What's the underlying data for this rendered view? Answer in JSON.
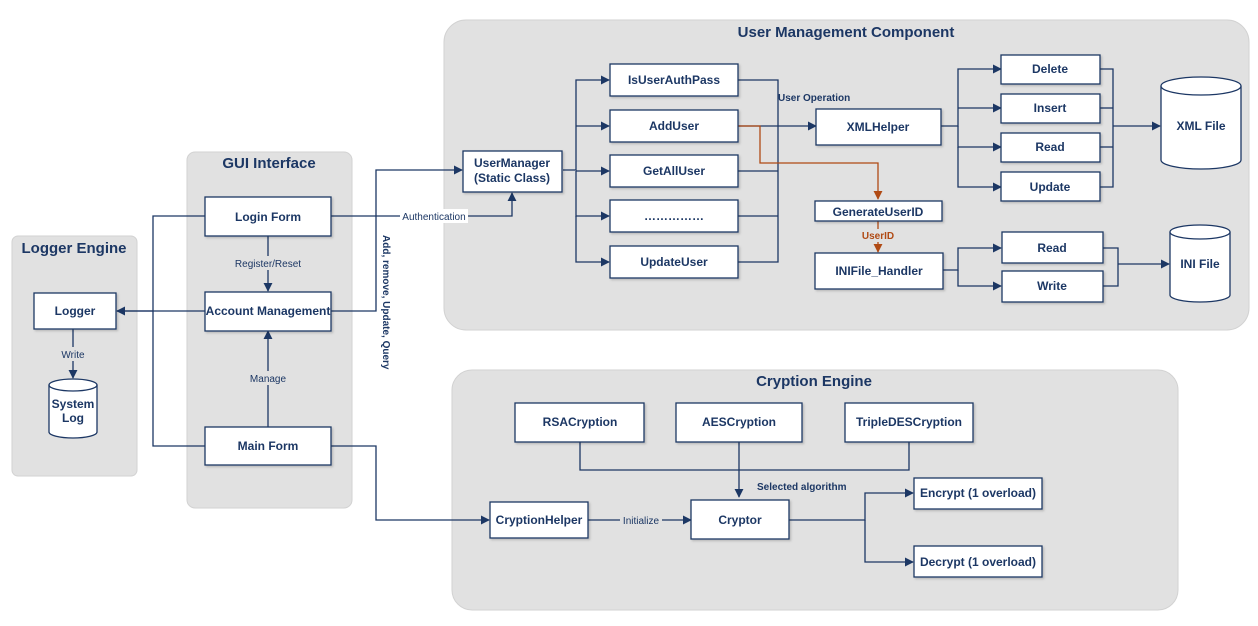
{
  "panels": {
    "user_management": "User Management Component",
    "gui": "GUI Interface",
    "logger": "Logger Engine",
    "cryption": "Cryption Engine"
  },
  "boxes": {
    "login_form": "Login Form",
    "account_management": "Account Management",
    "main_form": "Main Form",
    "logger": "Logger",
    "user_manager_l1": "UserManager",
    "user_manager_l2": "(Static Class)",
    "is_user_auth_pass": "IsUserAuthPass",
    "add_user": "AddUser",
    "get_all_user": "GetAllUser",
    "dots": "……………",
    "update_user": "UpdateUser",
    "xml_helper": "XMLHelper",
    "delete": "Delete",
    "insert": "Insert",
    "read_xml": "Read",
    "update": "Update",
    "generate_user_id": "GenerateUserID",
    "ini_file_handler": "INIFile_Handler",
    "read_ini": "Read",
    "write_ini": "Write",
    "rsa": "RSACryption",
    "aes": "AESCryption",
    "triple_des": "TripleDESCryption",
    "cryption_helper": "CryptionHelper",
    "cryptor": "Cryptor",
    "encrypt": "Encrypt (1 overload)",
    "decrypt": "Decrypt (1 overload)"
  },
  "stores": {
    "system_log_l1": "System",
    "system_log_l2": "Log",
    "xml_file": "XML File",
    "ini_file": "INI File"
  },
  "labels": {
    "register_reset": "Register/Reset",
    "manage": "Manage",
    "write": "Write",
    "authentication": "Authentication",
    "add_remove": "Add, remove, Update, Query",
    "user_operation": "User Operation",
    "user_id": "UserID",
    "selected_algorithm": "Selected algorithm",
    "initialize": "Initialize"
  },
  "colors": {
    "panel": "#e1e1e1",
    "stroke": "#1c3764",
    "accent_red": "#b04a14"
  }
}
